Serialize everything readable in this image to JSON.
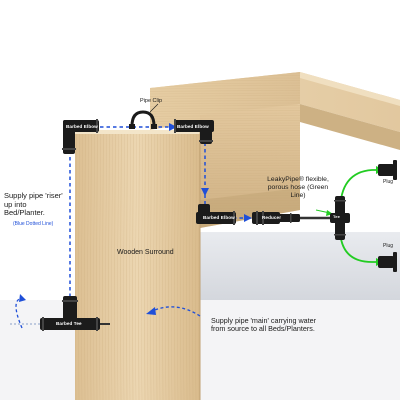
{
  "diagram": {
    "wooden_surround_label": "Wooden Surround",
    "pipe_clip_label": "Pipe Clip",
    "riser_label": "Supply pipe 'riser' up into Bed/Planter.",
    "riser_sublabel": "(Blue Dotted Line)",
    "leakypipe_label": "LeakyPipe® flexible, porous hose (Green Line)",
    "main_label": "Supply pipe 'main' carrying water from source to all Beds/Planters.",
    "fitting_labels": {
      "barbed_elbow_top_left": "Barbed Elbow",
      "barbed_elbow_top_right": "Barbed Elbow",
      "barbed_elbow_mid": "Barbed Elbow",
      "barbed_tee_bottom": "Barbed Tee",
      "reducer": "Reducer",
      "tee_right": "Tee"
    },
    "plug_labels": {
      "top": "Plug",
      "bottom": "Plug"
    },
    "colors": {
      "riser_line": "#1f4fd8",
      "leakypipe_line": "#22cc22",
      "fittings": "#1b1b1b",
      "wood": "#e7cda4"
    }
  }
}
